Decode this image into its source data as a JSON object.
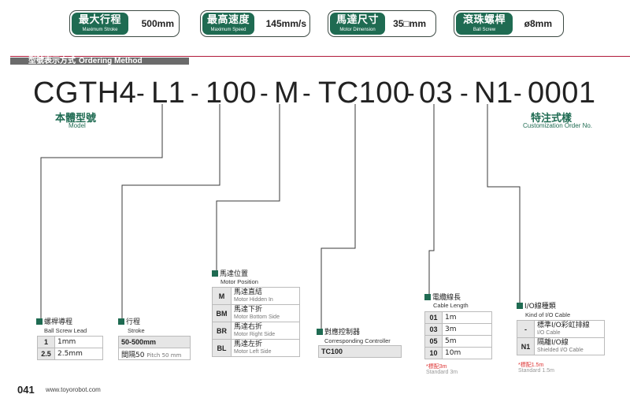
{
  "specs": [
    {
      "label_zh": "最大行程",
      "label_en": "Maximum Stroke",
      "value": "500mm"
    },
    {
      "label_zh": "最高速度",
      "label_en": "Maximum Speed",
      "value": "145mm/s"
    },
    {
      "label_zh": "馬達尺寸",
      "label_en": "Motor Dimension",
      "value": "35□mm"
    },
    {
      "label_zh": "滾珠螺桿",
      "label_en": "Ball Screw",
      "value": "ø8mm"
    }
  ],
  "section": {
    "title_zh": "型號表示方式",
    "title_en": "Ordering Method"
  },
  "code": {
    "segments": [
      "CGTH4",
      "L1",
      "100",
      "M",
      "TC100",
      "03",
      "N1",
      "0001"
    ],
    "separator": "-"
  },
  "model": {
    "zh": "本體型號",
    "en": "Model"
  },
  "custom": {
    "zh": "特注式樣",
    "en": "Customization Order No."
  },
  "lead": {
    "title_zh": "螺桿導程",
    "title_en": "Ball Screw Lead",
    "rows": [
      {
        "k": "1",
        "v": "1mm"
      },
      {
        "k": "2.5",
        "v": "2.5mm"
      }
    ]
  },
  "stroke": {
    "title_zh": "行程",
    "title_en": "Stroke",
    "range": "50-500mm",
    "pitch_zh": "間隔50",
    "pitch_en": "Pitch 50 mm"
  },
  "motor": {
    "title_zh": "馬達位置",
    "title_en": "Motor Position",
    "rows": [
      {
        "k": "M",
        "zh": "馬達直結",
        "en": "Motor Hidden In"
      },
      {
        "k": "BM",
        "zh": "馬達下折",
        "en": "Motor Bottom Side"
      },
      {
        "k": "BR",
        "zh": "馬達右折",
        "en": "Motor Right Side"
      },
      {
        "k": "BL",
        "zh": "馬達左折",
        "en": "Motor Left Side"
      }
    ]
  },
  "controller": {
    "title_zh": "對應控制器",
    "title_en": "Corresponding Controller",
    "value": "TC100"
  },
  "cable": {
    "title_zh": "電纜線長",
    "title_en": "Cable Length",
    "rows": [
      {
        "k": "01",
        "v": "1m"
      },
      {
        "k": "03",
        "v": "3m"
      },
      {
        "k": "05",
        "v": "5m"
      },
      {
        "k": "10",
        "v": "10m"
      }
    ],
    "note_zh": "*標配3m",
    "note_en": "Standard 3m"
  },
  "io": {
    "title_zh": "I/O線種類",
    "title_en": "Kind of I/O Cable",
    "rows": [
      {
        "k": "-",
        "zh": "標準I/O彩虹排線",
        "en": "I/O Cable"
      },
      {
        "k": "N1",
        "zh": "隔離I/O線",
        "en": "Shielded I/O Cable"
      }
    ],
    "note_zh": "*標配1.5m",
    "note_en": "Standard 1.5m"
  },
  "footer": {
    "page": "041",
    "url": "www.toyorobot.com"
  }
}
